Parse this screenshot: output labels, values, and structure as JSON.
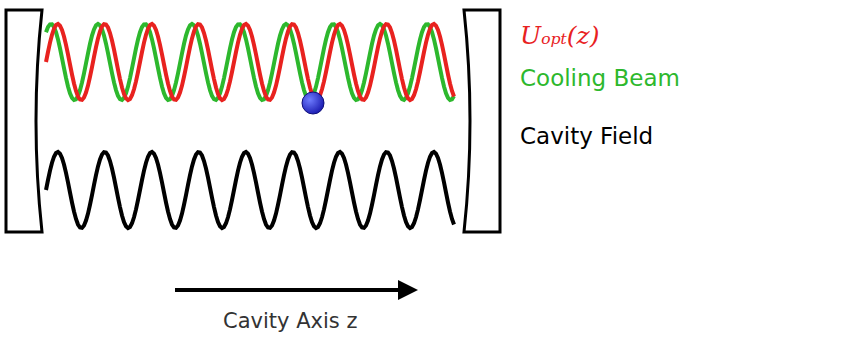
{
  "diagram": {
    "labels": [
      "Uₒₚₜ(z)",
      "Cooling Beam",
      "Cavity Field",
      "Cavity Axis z"
    ]
  }
}
